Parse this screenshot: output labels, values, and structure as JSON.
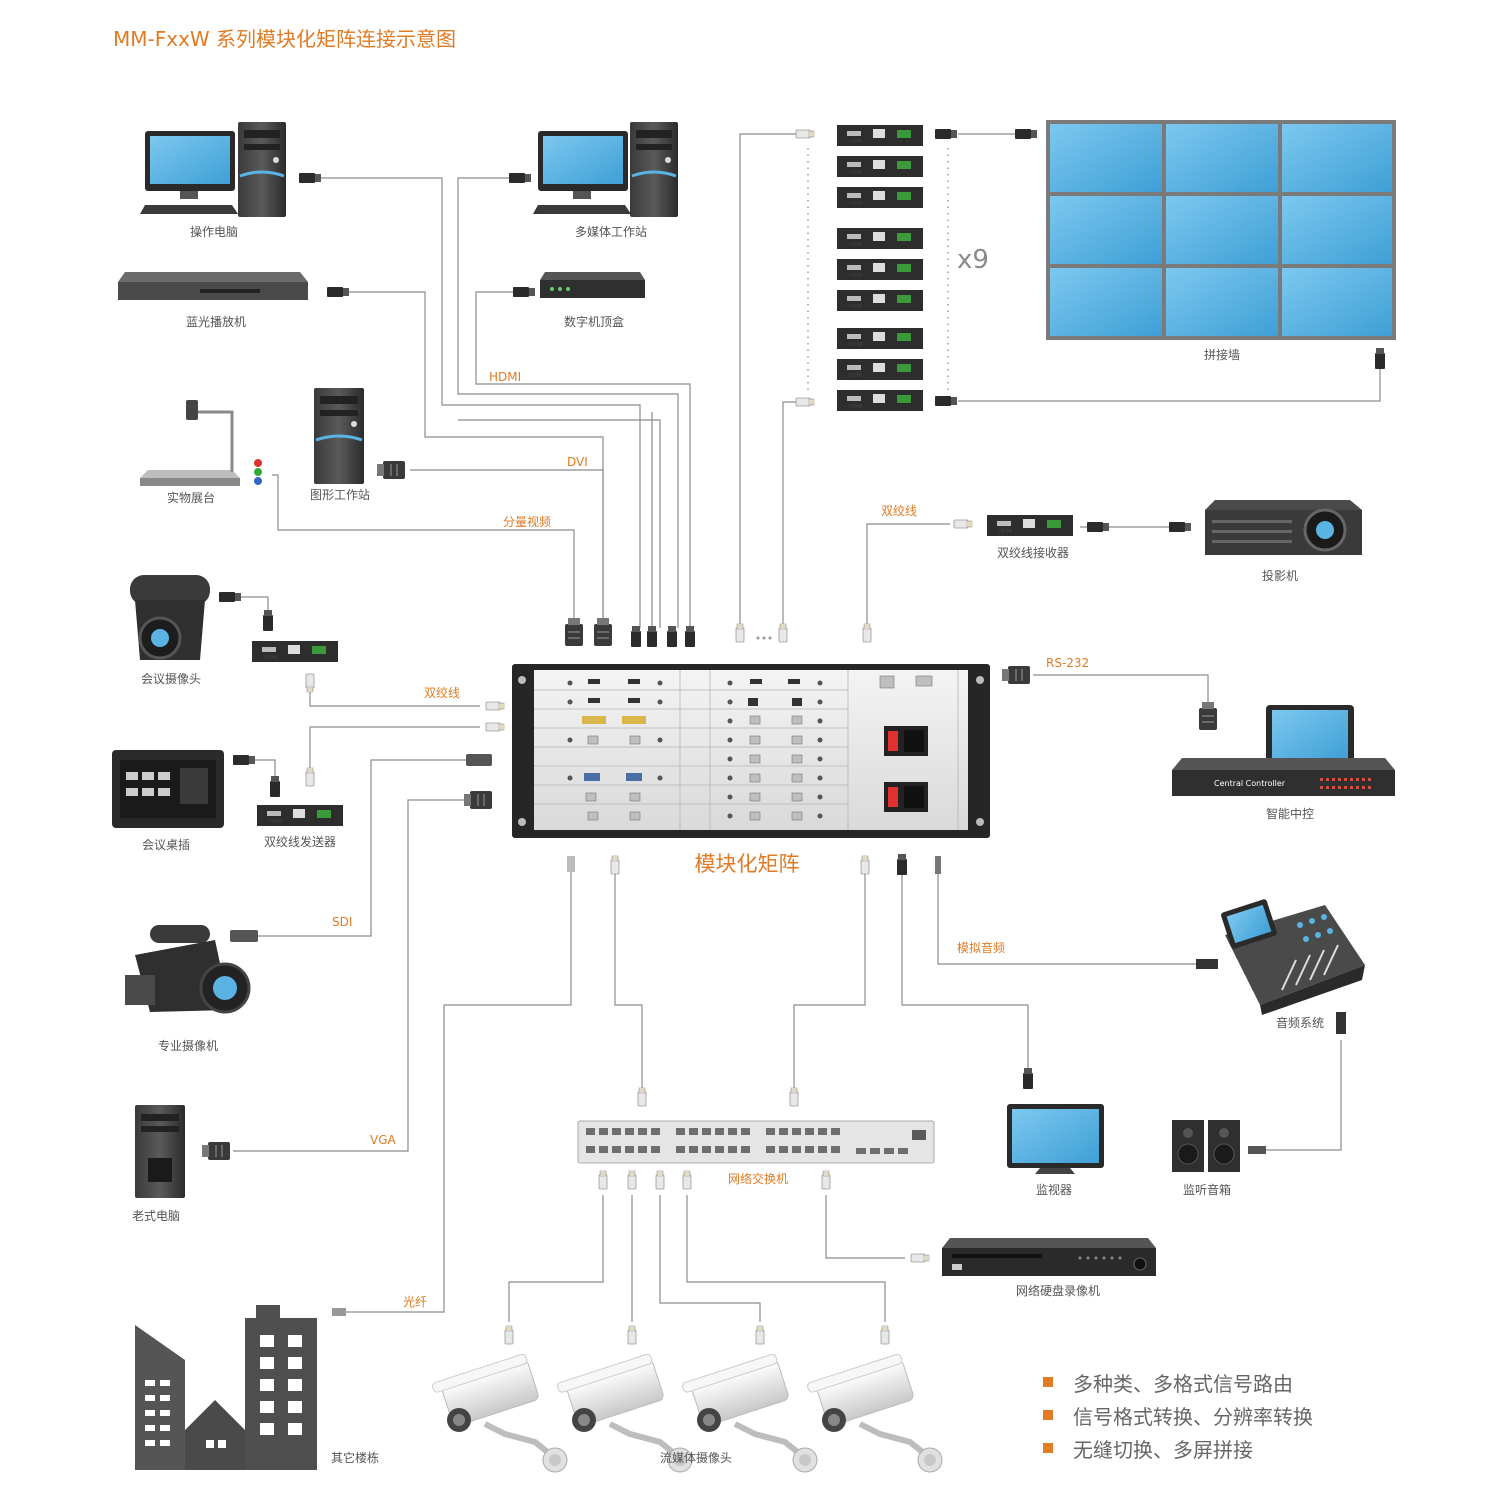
{
  "title": "MM-FxxW 系列模块化矩阵连接示意图",
  "center_label": "模块化矩阵",
  "switch_label": "网络交换机",
  "multiplier": "x9",
  "devices": {
    "operator_pc": "操作电脑",
    "media_workstation": "多媒体工作站",
    "bluray": "蓝光播放机",
    "settop": "数字机顶盒",
    "document_camera": "实物展台",
    "graphics_workstation": "图形工作站",
    "conference_camera": "会议摄像头",
    "table_box": "会议桌插",
    "tp_transmitter": "双绞线发送器",
    "pro_camera": "专业摄像机",
    "legacy_pc": "老式电脑",
    "other_buildings": "其它楼栋",
    "video_wall": "拼接墙",
    "tp_receiver": "双绞线接收器",
    "projector": "投影机",
    "central_control": "智能中控",
    "audio_system": "音频系统",
    "monitor": "监视器",
    "speakers": "监听音箱",
    "nvr": "网络硬盘录像机",
    "streaming_cameras": "流媒体摄像头"
  },
  "signals": {
    "hdmi": "HDMI",
    "dvi": "DVI",
    "component": "分量视频",
    "twisted_pair_left": "双绞线",
    "twisted_pair_right": "双绞线",
    "sdi": "SDI",
    "vga": "VGA",
    "fiber": "光纤",
    "rs232": "RS-232",
    "analog_audio": "模拟音频"
  },
  "controller_text": "Central Controller",
  "features": [
    "多种类、多格式信号路由",
    "信号格式转换、分辨率转换",
    "无缝切换、多屏拼接"
  ],
  "colors": {
    "accent": "#e07b24",
    "wire": "#8c8c8c",
    "screen": "#5bb3e4",
    "device_dark": "#2a2a2a"
  }
}
